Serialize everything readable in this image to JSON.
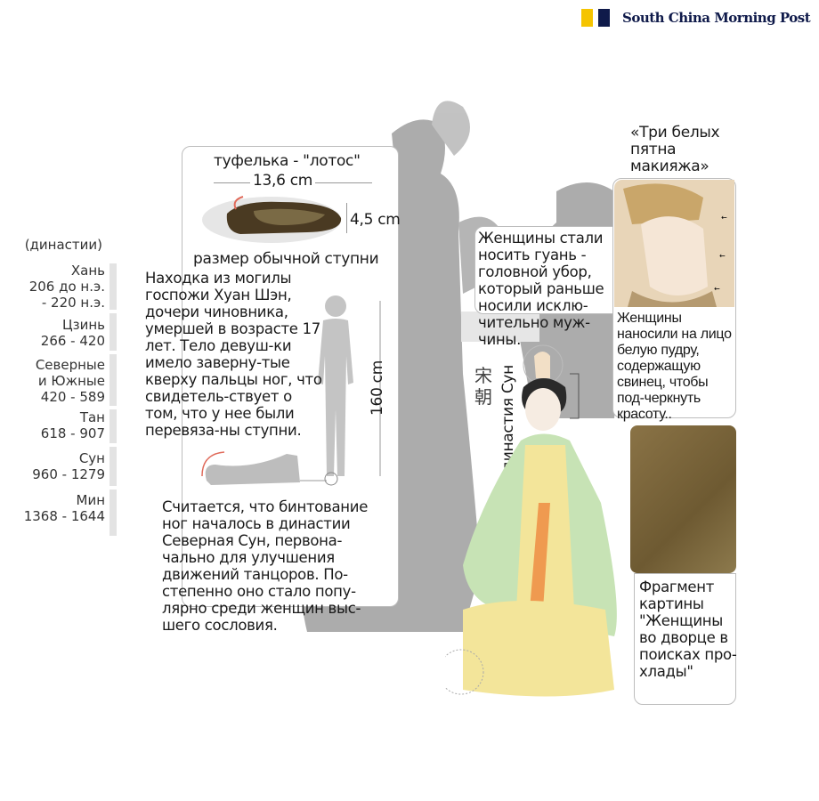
{
  "brand": {
    "name": "South China Morning Post",
    "colors": {
      "yellow": "#f5c400",
      "navy": "#0f1a4a"
    }
  },
  "timeline": {
    "header": "(династии)",
    "items": [
      {
        "name": "Хань",
        "years": "206 до н.э.\n- 220 н.э."
      },
      {
        "name": "Цзинь",
        "years": "266 - 420"
      },
      {
        "name": "Северные\nи Южные",
        "years": "420 - 589"
      },
      {
        "name": "Тан",
        "years": "618 - 907"
      },
      {
        "name": "Сун",
        "years": "960 - 1279"
      },
      {
        "name": "Мин",
        "years": "1368 - 1644"
      }
    ]
  },
  "shoe_panel": {
    "title": "туфелька - \"лотос\"",
    "length": "13,6 cm",
    "height": "4,5 cm",
    "normal_foot": "размер обычной ступни",
    "description": "Находка из могилы госпожи Хуан Шэн, дочери чиновника, умершей в возрасте 17 лет. Тело девуш-ки имело заверну-тые кверху пальцы ног, что свидетель-ствует о том, что у нее были перевяза-ны ступни.",
    "body_height": "160 cm",
    "origin_text": "Считается, что бинтование ног началось в династии Северная Сун, первона-чально для улучшения движений танцоров. По-степенно оно стало попу-лярно среди женщин выс-шего сословия."
  },
  "guan_note": "Женщины стали носить гуань - головной убор, который раньше носили исклю-чительно муж-чины.",
  "dynasty_label": {
    "chinese": "宋朝",
    "russian": "династия Сун"
  },
  "makeup": {
    "title": "«Три белых пятна макияжа»",
    "text": "Женщины наносили на лицо белую пудру,  содержащую свинец, чтобы под-черкнуть красоту.."
  },
  "painting": {
    "caption": "Фрагмент картины \"Женщины во дворце в поисках про-хлады\""
  }
}
